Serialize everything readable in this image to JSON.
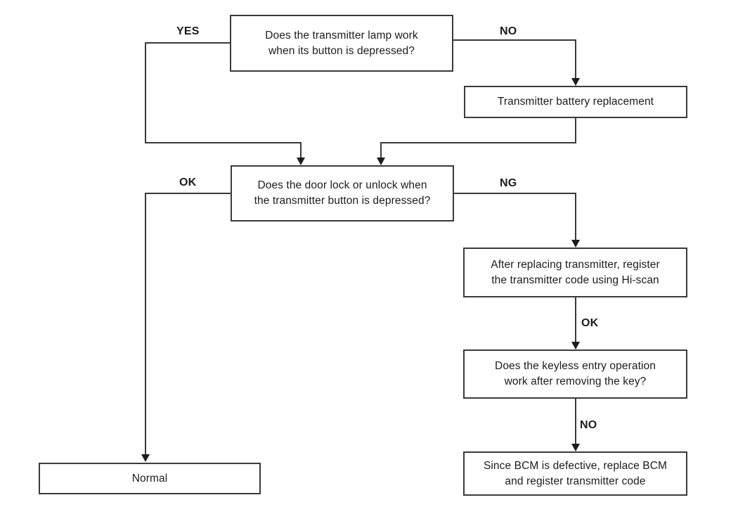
{
  "diagram": {
    "nodes": {
      "q1": "Does the transmitter lamp work\nwhen its button is depressed?",
      "battery": "Transmitter battery replacement",
      "q2": "Does the door lock or unlock when\nthe transmitter button is depressed?",
      "hiscan": "After replacing transmitter, register\nthe transmitter code using Hi-scan",
      "q3": "Does the keyless entry operation\nwork after removing the key?",
      "bcm": "Since BCM is defective, replace BCM\nand register transmitter code",
      "normal": "Normal"
    },
    "edge_labels": {
      "yes": "YES",
      "no": "NO",
      "ok1": "OK",
      "ng": "NG",
      "ok2": "OK",
      "no2": "NO"
    },
    "colors": {
      "line": "#3a3a3a",
      "text": "#1c1c1c",
      "background": "#ffffff"
    }
  }
}
